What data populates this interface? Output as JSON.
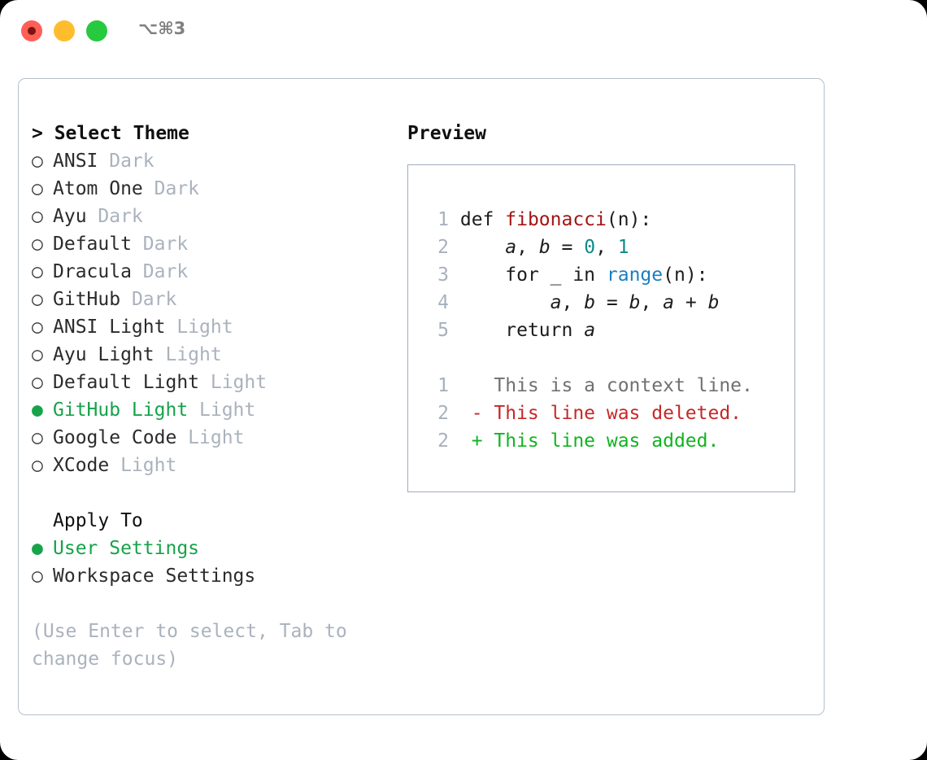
{
  "titlebar": {
    "shortcut": "⌥⌘3",
    "buttons": [
      {
        "name": "close",
        "color": "#ff5f56"
      },
      {
        "name": "minimize",
        "color": "#ffbd2e"
      },
      {
        "name": "maximize",
        "color": "#27c93f"
      }
    ]
  },
  "colors": {
    "selected": "#16a34a",
    "muted": "#aab2bd",
    "border": "#b6c0cc",
    "preview_border": "#9facbd",
    "added": "#12b321",
    "deleted": "#c62828",
    "context": "#707070"
  },
  "theme_select": {
    "header": "> Select Theme",
    "bullet_on": "●",
    "bullet_off": "○",
    "items": [
      {
        "name": "ANSI",
        "variant": "Dark",
        "selected": false
      },
      {
        "name": "Atom One",
        "variant": "Dark",
        "selected": false
      },
      {
        "name": "Ayu",
        "variant": "Dark",
        "selected": false
      },
      {
        "name": "Default",
        "variant": "Dark",
        "selected": false
      },
      {
        "name": "Dracula",
        "variant": "Dark",
        "selected": false
      },
      {
        "name": "GitHub",
        "variant": "Dark",
        "selected": false
      },
      {
        "name": "ANSI Light",
        "variant": "Light",
        "selected": false
      },
      {
        "name": "Ayu Light",
        "variant": "Light",
        "selected": false
      },
      {
        "name": "Default Light",
        "variant": "Light",
        "selected": false
      },
      {
        "name": "GitHub Light",
        "variant": "Light",
        "selected": true
      },
      {
        "name": "Google Code",
        "variant": "Light",
        "selected": false
      },
      {
        "name": "XCode",
        "variant": "Light",
        "selected": false
      }
    ]
  },
  "apply_to": {
    "header": "Apply To",
    "items": [
      {
        "name": "User Settings",
        "selected": true
      },
      {
        "name": "Workspace Settings",
        "selected": false
      }
    ]
  },
  "hint": "(Use Enter to select, Tab to change focus)",
  "preview": {
    "title": "Preview",
    "code_lines": [
      {
        "num": "1",
        "tokens": [
          {
            "t": "def ",
            "c": "kw"
          },
          {
            "t": "fibonacci",
            "c": "fn"
          },
          {
            "t": "(n):",
            "c": "kw"
          }
        ]
      },
      {
        "num": "2",
        "tokens": [
          {
            "t": "    ",
            "c": "kw"
          },
          {
            "t": "a",
            "c": "var"
          },
          {
            "t": ", ",
            "c": "kw"
          },
          {
            "t": "b",
            "c": "var"
          },
          {
            "t": " = ",
            "c": "kw"
          },
          {
            "t": "0",
            "c": "num"
          },
          {
            "t": ", ",
            "c": "kw"
          },
          {
            "t": "1",
            "c": "num"
          }
        ]
      },
      {
        "num": "3",
        "tokens": [
          {
            "t": "    for _ in ",
            "c": "kw"
          },
          {
            "t": "range",
            "c": "bi"
          },
          {
            "t": "(n):",
            "c": "kw"
          }
        ]
      },
      {
        "num": "4",
        "tokens": [
          {
            "t": "        ",
            "c": "kw"
          },
          {
            "t": "a",
            "c": "var"
          },
          {
            "t": ", ",
            "c": "kw"
          },
          {
            "t": "b",
            "c": "var"
          },
          {
            "t": " = ",
            "c": "kw"
          },
          {
            "t": "b",
            "c": "var"
          },
          {
            "t": ", ",
            "c": "kw"
          },
          {
            "t": "a",
            "c": "var"
          },
          {
            "t": " + ",
            "c": "kw"
          },
          {
            "t": "b",
            "c": "var"
          }
        ]
      },
      {
        "num": "5",
        "tokens": [
          {
            "t": "    return ",
            "c": "kw"
          },
          {
            "t": "a",
            "c": "var"
          }
        ]
      }
    ],
    "diff_lines": [
      {
        "num": "1",
        "marker": " ",
        "text": "This is a context line.",
        "kind": "d-ctx"
      },
      {
        "num": "2",
        "marker": "-",
        "text": "This line was deleted.",
        "kind": "d-del"
      },
      {
        "num": "2",
        "marker": "+",
        "text": "This line was added.",
        "kind": "d-add"
      }
    ]
  }
}
